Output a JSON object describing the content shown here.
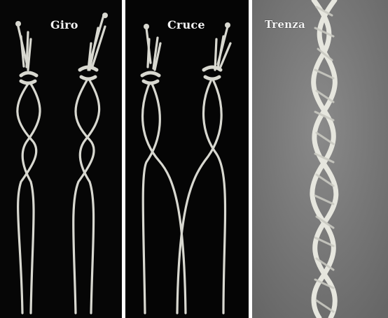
{
  "panels": [
    {
      "label": "Giro"
    },
    {
      "label": "Cruce"
    },
    {
      "label": "Trenza"
    }
  ],
  "colors": {
    "background_dark": "#050505",
    "background_gray": "#777777",
    "thread": "#d8d8d0",
    "label": "#f4f4f4",
    "separator": "#ffffff"
  }
}
